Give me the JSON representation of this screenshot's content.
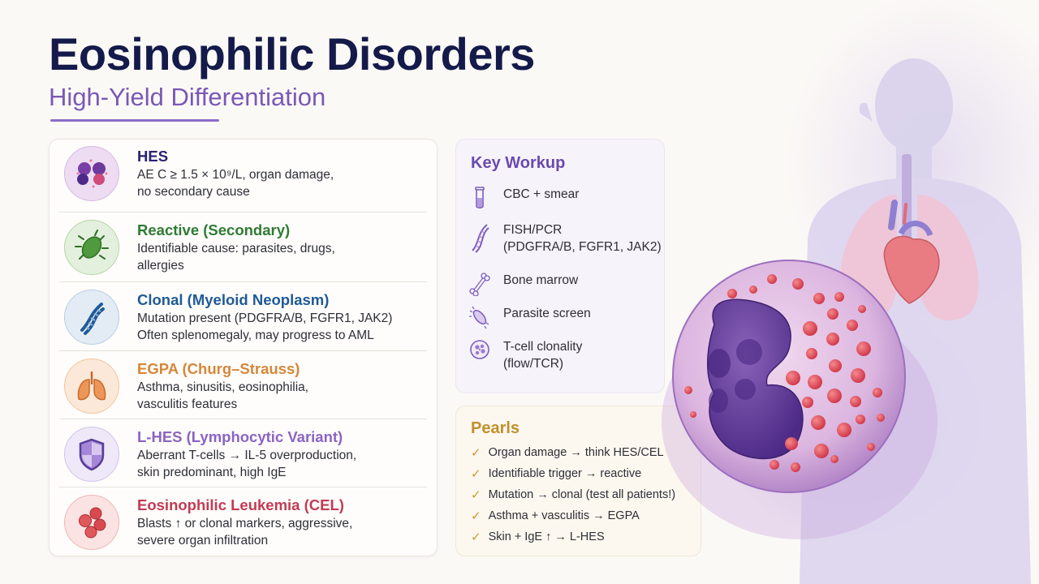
{
  "header": {
    "title": "Eosinophilic Disorders",
    "subtitle": "High-Yield Differentiation"
  },
  "colors": {
    "title": "#141a4a",
    "subtitle": "#7a58b6",
    "hes": "#2a2170",
    "reactive": "#2f7a34",
    "clonal": "#1f5a96",
    "egpa": "#d5873a",
    "lhes": "#8b63c4",
    "cel": "#c23a54",
    "workup_accent": "#6a4aae",
    "pearls_accent": "#c0902c"
  },
  "categories": [
    {
      "name": "HES",
      "icon": "eosinophil-cells-icon",
      "line1": "AE C ≥ 1.5 × 10⁹/L, organ damage,",
      "line2": "no secondary cause"
    },
    {
      "name": "Reactive (Secondary)",
      "icon": "parasite-bug-icon",
      "line1": "Identifiable cause: parasites, drugs,",
      "line2": "allergies"
    },
    {
      "name": "Clonal (Myeloid Neoplasm)",
      "icon": "dna-icon",
      "line1": "Mutation present (PDGFRA/B, FGFR1, JAK2)",
      "line2": "Often splenomegaly, may progress to AML"
    },
    {
      "name": "EGPA (Churg–Strauss)",
      "icon": "lungs-icon",
      "line1": "Asthma, sinusitis, eosinophilia,",
      "line2": "vasculitis features"
    },
    {
      "name": "L-HES (Lymphocytic Variant)",
      "icon": "shield-icon",
      "line1": "Aberrant T-cells → IL-5 overproduction,",
      "line2": "skin predominant, high IgE"
    },
    {
      "name": "Eosinophilic Leukemia (CEL)",
      "icon": "blood-cells-icon",
      "line1": "Blasts ↑ or clonal markers, aggressive,",
      "line2": "severe organ infiltration"
    }
  ],
  "workup": {
    "title": "Key Workup",
    "items": [
      {
        "icon": "test-tube-icon",
        "line1": "CBC + smear",
        "line2": ""
      },
      {
        "icon": "dna-icon",
        "line1": "FISH/PCR",
        "line2": "(PDGFRA/B, FGFR1, JAK2)"
      },
      {
        "icon": "bone-icon",
        "line1": "Bone marrow",
        "line2": ""
      },
      {
        "icon": "parasite-icon",
        "line1": "Parasite screen",
        "line2": ""
      },
      {
        "icon": "cell-icon",
        "line1": "T-cell clonality",
        "line2": "(flow/TCR)"
      }
    ]
  },
  "pearls": {
    "title": "Pearls",
    "items": [
      "Organ damage → think HES/CEL",
      "Identifiable trigger → reactive",
      "Mutation → clonal (test all patients!)",
      "Asthma + vasculitis → EGPA",
      "Skin + IgE ↑ → L-HES"
    ]
  },
  "illustration": {
    "body": "human-torso-lungs-heart-illustration",
    "cell": "eosinophil-illustration"
  }
}
